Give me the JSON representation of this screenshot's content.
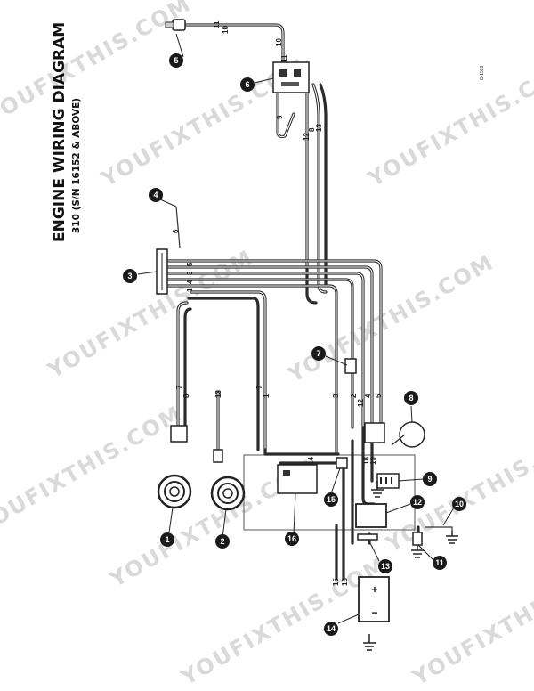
{
  "title": "ENGINE WIRING DIAGRAM",
  "subtitle": "310 (S/N 16152 & ABOVE)",
  "code": "D-1528",
  "watermark": "YOUFIXTHIS.COM",
  "callouts": [
    "1",
    "2",
    "3",
    "4",
    "5",
    "6",
    "7",
    "8",
    "9",
    "10",
    "11",
    "12",
    "13",
    "14",
    "15",
    "16"
  ],
  "wire_numbers": [
    "1",
    "2",
    "3",
    "4",
    "5",
    "6",
    "7",
    "8",
    "9",
    "10",
    "11",
    "12",
    "13",
    "14",
    "15",
    "16",
    "18",
    "19"
  ],
  "battery": {
    "positive": "+",
    "negative": "−"
  }
}
